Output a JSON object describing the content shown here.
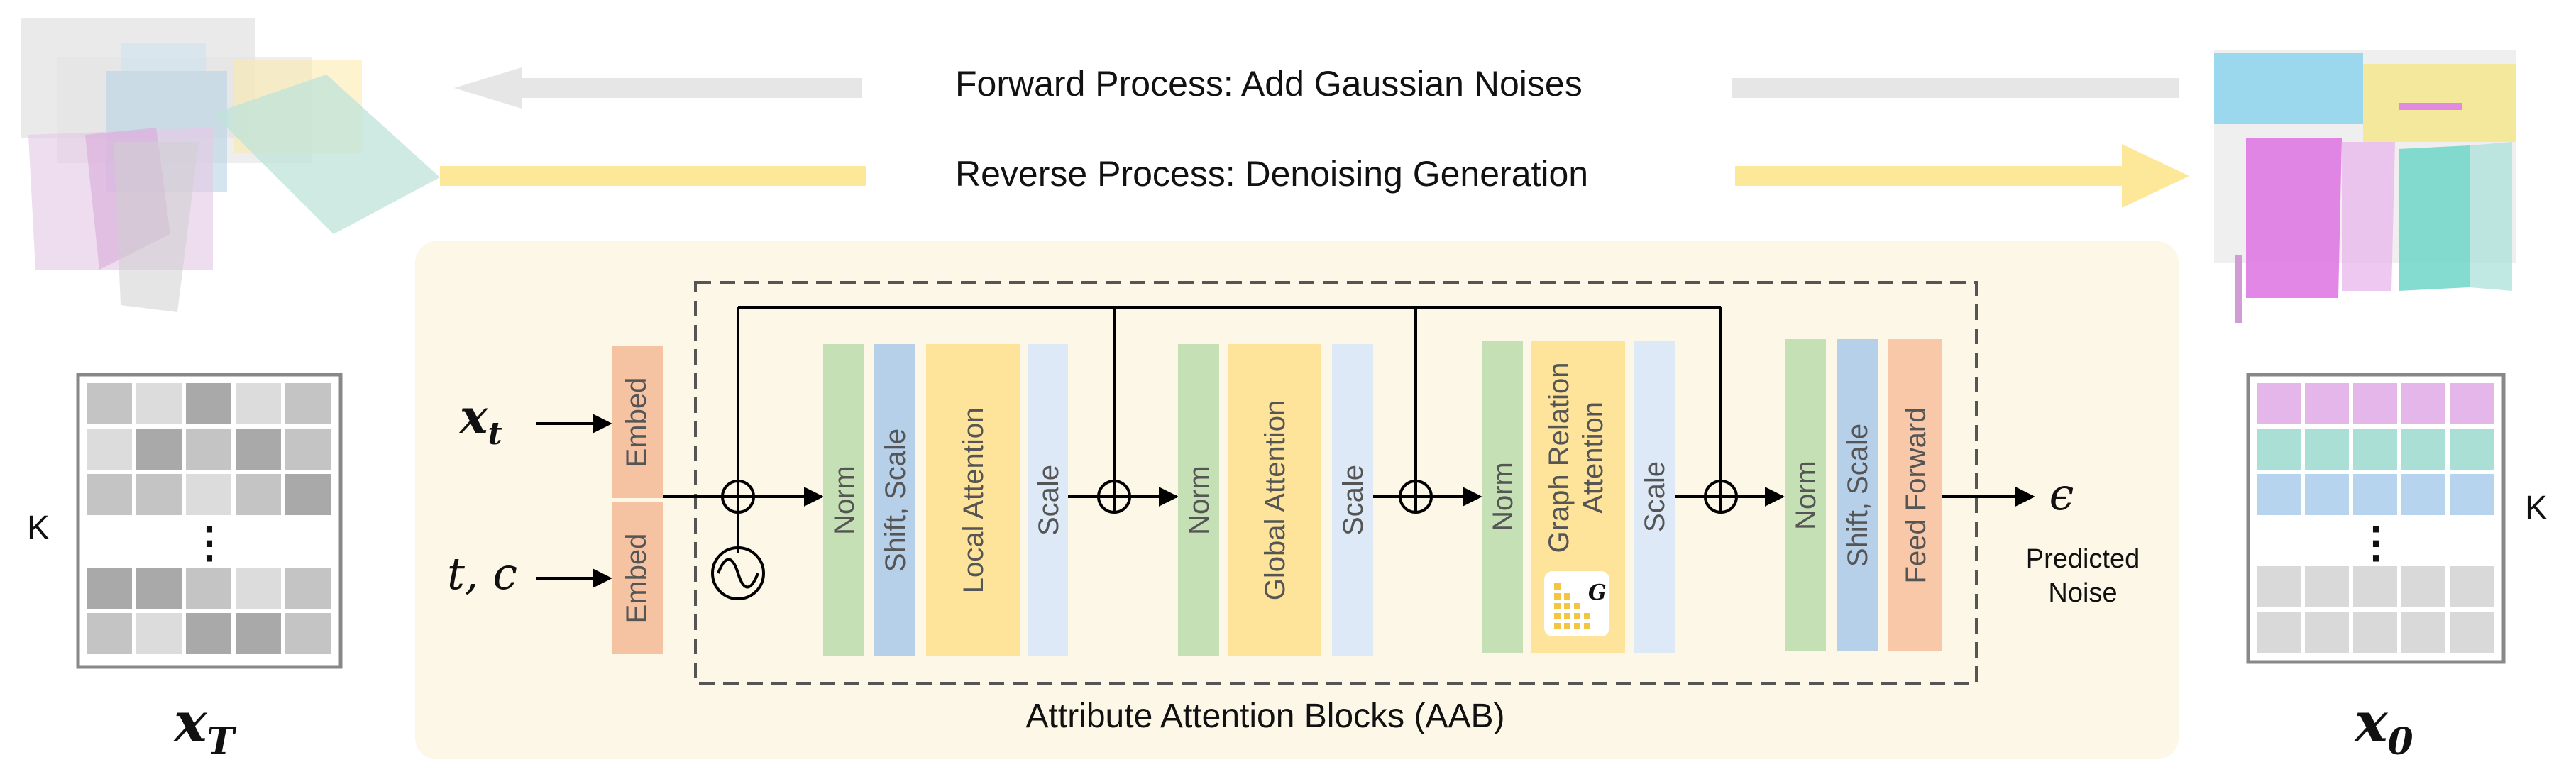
{
  "forward_label": "Forward Process: Add Gaussian Noises",
  "reverse_label": "Reverse Process: Denoising Generation",
  "aab_label": "Attribute Attention Blocks (AAB)",
  "inputs": {
    "xt_base": "x",
    "xt_sub": "t",
    "tc": "t, c"
  },
  "embed_label": "Embed",
  "blocks": {
    "local": {
      "norm": "Norm",
      "shift": "Shift, Scale",
      "attn": "Local Attention",
      "scale": "Scale"
    },
    "global": {
      "norm": "Norm",
      "attn": "Global Attention",
      "scale": "Scale"
    },
    "graph": {
      "norm": "Norm",
      "attn_line1": "Graph Relation",
      "attn_line2": "Attention",
      "scale": "Scale",
      "icon_letter": "G"
    },
    "ff": {
      "norm": "Norm",
      "shift": "Shift, Scale",
      "ff": "Feed Forward"
    }
  },
  "output": {
    "epsilon": "ϵ",
    "predicted_line1": "Predicted",
    "predicted_line2": "Noise"
  },
  "left_matrix": {
    "dim_label": "K",
    "caption_base": "x",
    "caption_sub": "T",
    "dots": "⋮"
  },
  "right_matrix": {
    "dim_label": "K",
    "caption_base": "x",
    "caption_sub": "0",
    "dots": "⋮"
  },
  "colors": {
    "norm": "#c5e0b4",
    "shift": "#b7d0ea",
    "attn": "#fde49a",
    "scale": "#dde9f6",
    "ff": "#f8c8a8",
    "embed": "#f6c3a2",
    "panel": "#fdf7e7",
    "gray_arrow": "#e6e6e6",
    "yellow_arrow": "#fde89a"
  }
}
